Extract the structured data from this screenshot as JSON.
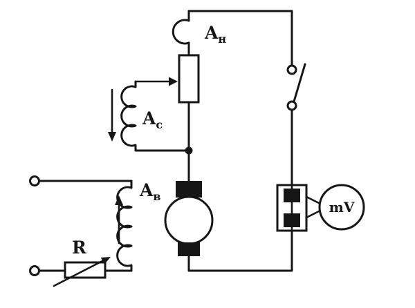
{
  "labels": {
    "ammeter_load": {
      "base": "A",
      "sub": "н"
    },
    "ammeter_series": {
      "base": "A",
      "sub": "с"
    },
    "ammeter_field": {
      "base": "A",
      "sub": "в"
    },
    "rheostat": "R",
    "millivoltmeter": "mV"
  },
  "colors": {
    "stroke": "#161616",
    "background": "#ffffff"
  }
}
